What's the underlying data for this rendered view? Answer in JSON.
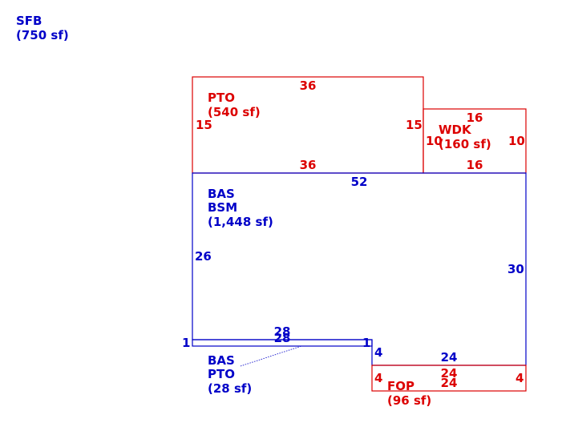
{
  "colors": {
    "blue": "#0000c8",
    "red": "#dc0000",
    "background": "#ffffff"
  },
  "summary": {
    "code": "SFB",
    "area": "(750 sf)"
  },
  "areas": {
    "pto": {
      "code": "PTO",
      "area": "(540 sf)"
    },
    "wdk": {
      "code": "WDK",
      "area": "(160 sf)"
    },
    "main": {
      "code1": "BAS",
      "code2": "BSM",
      "area": "(1,448 sf)"
    },
    "strip": {
      "code1": "BAS",
      "code2": "PTO",
      "area": "(28 sf)"
    },
    "fop": {
      "code": "FOP",
      "area": "(96 sf)"
    }
  },
  "dimensions": {
    "pto_top": "36",
    "pto_left": "15",
    "pto_right": "15",
    "pto_bottom": "36",
    "wdk_top": "16",
    "wdk_left": "10",
    "wdk_right": "10",
    "wdk_bottom": "16",
    "main_top": "52",
    "main_left": "26",
    "main_right": "30",
    "strip_top": "28",
    "strip_bottom": "28",
    "strip_left": "1",
    "strip_right": "1",
    "notch_side": "4",
    "notch_top": "24",
    "fop_top": "24",
    "fop_bottom": "24",
    "fop_left": "4",
    "fop_right": "4"
  }
}
